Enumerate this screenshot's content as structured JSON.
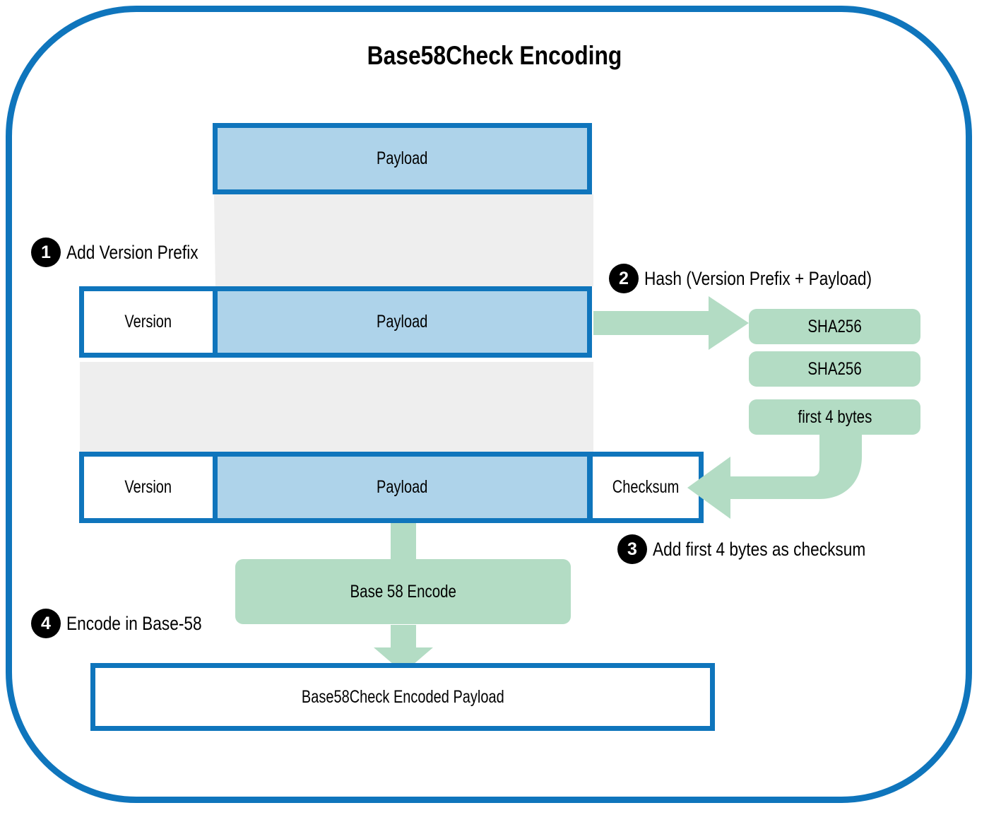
{
  "diagram": {
    "title": "Base58Check Encoding",
    "frame_color": "#0f75bc",
    "payload_fill": "#aed3ea",
    "green_fill": "#b3dcc4",
    "grey_fill": "#eeeeee",
    "badge_fill": "#000000"
  },
  "row1": {
    "payload": "Payload"
  },
  "row2": {
    "version": "Version",
    "payload": "Payload"
  },
  "row3": {
    "version": "Version",
    "payload": "Payload",
    "checksum": "Checksum"
  },
  "hash_chain": [
    {
      "label": "SHA256"
    },
    {
      "label": "SHA256"
    },
    {
      "label": "first 4 bytes"
    }
  ],
  "encode_box": {
    "label": "Base 58 Encode"
  },
  "result": {
    "label": "Base58Check Encoded Payload"
  },
  "steps": [
    {
      "number": "1",
      "label": "Add Version Prefix"
    },
    {
      "number": "2",
      "label": "Hash (Version Prefix + Payload)"
    },
    {
      "number": "3",
      "label": "Add first 4 bytes as checksum"
    },
    {
      "number": "4",
      "label": "Encode in Base-58"
    }
  ]
}
